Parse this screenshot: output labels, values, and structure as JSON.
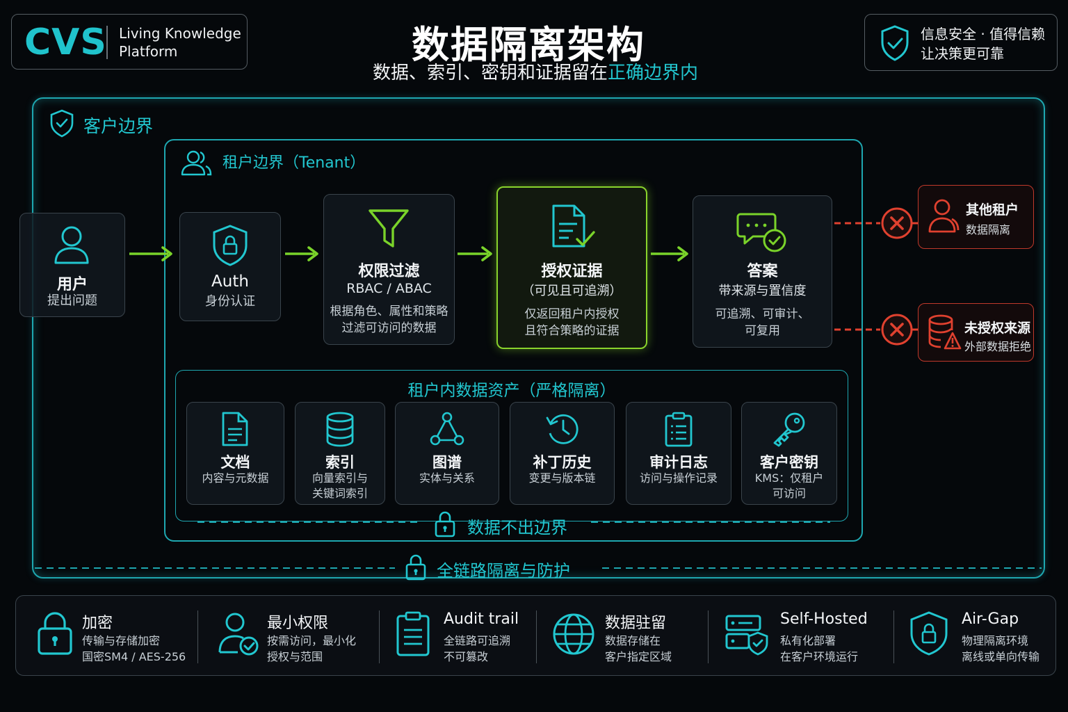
{
  "header": {
    "logo": "CVS",
    "logo_tagline_1": "Living Knowledge",
    "logo_tagline_2": "Platform",
    "title": "数据隔离架构",
    "subtitle_prefix": "数据、索引、密钥和证据留在",
    "subtitle_highlight": "正确边界内",
    "badge_line_1": "信息安全 · 值得信赖",
    "badge_line_2": "让决策更可靠"
  },
  "boundaries": {
    "customer": "客户边界",
    "tenant": "租户边界（Tenant）",
    "assets_title": "租户内数据资产（严格隔离）",
    "data_stays": "数据不出边界",
    "full_chain": "全链路隔离与防护"
  },
  "flow": {
    "user": {
      "title": "用户",
      "sub": "提出问题"
    },
    "auth": {
      "title": "Auth",
      "sub": "身份认证"
    },
    "filter": {
      "title": "权限过滤",
      "sub": "RBAC / ABAC",
      "desc_1": "根据角色、属性和策略",
      "desc_2": "过滤可访问的数据"
    },
    "evidence": {
      "title": "授权证据",
      "sub": "（可见且可追溯）",
      "desc_1": "仅返回租户内授权",
      "desc_2": "且符合策略的证据"
    },
    "answer": {
      "title": "答案",
      "sub": "带来源与置信度",
      "desc_1": "可追溯、可审计、",
      "desc_2": "可复用"
    }
  },
  "blocked": {
    "other_tenant": {
      "title": "其他租户",
      "sub": "数据隔离"
    },
    "unauthorized": {
      "title": "未授权来源",
      "sub": "外部数据拒绝"
    }
  },
  "assets": [
    {
      "title": "文档",
      "desc_1": "内容与元数据",
      "desc_2": "",
      "icon": "document-icon"
    },
    {
      "title": "索引",
      "desc_1": "向量索引与",
      "desc_2": "关键词索引",
      "icon": "database-icon"
    },
    {
      "title": "图谱",
      "desc_1": "实体与关系",
      "desc_2": "",
      "icon": "graph-icon"
    },
    {
      "title": "补丁历史",
      "desc_1": "变更与版本链",
      "desc_2": "",
      "icon": "history-icon"
    },
    {
      "title": "审计日志",
      "desc_1": "访问与操作记录",
      "desc_2": "",
      "icon": "clipboard-icon"
    },
    {
      "title": "客户密钥",
      "desc_1": "KMS：仅租户",
      "desc_2": "可访问",
      "icon": "key-icon"
    }
  ],
  "features": [
    {
      "title": "加密",
      "desc_1": "传输与存储加密",
      "desc_2": "国密SM4 / AES-256",
      "icon": "lock-icon"
    },
    {
      "title": "最小权限",
      "desc_1": "按需访问，最小化",
      "desc_2": "授权与范围",
      "icon": "user-check-icon"
    },
    {
      "title": "Audit trail",
      "desc_1": "全链路可追溯",
      "desc_2": "不可篡改",
      "icon": "clipboard-icon"
    },
    {
      "title": "数据驻留",
      "desc_1": "数据存储在",
      "desc_2": "客户指定区域",
      "icon": "globe-icon"
    },
    {
      "title": "Self-Hosted",
      "desc_1": "私有化部署",
      "desc_2": "在客户环境运行",
      "icon": "server-shield-icon"
    },
    {
      "title": "Air-Gap",
      "desc_1": "物理隔离环境",
      "desc_2": "离线或单向传输",
      "icon": "shield-lock-icon"
    }
  ],
  "colors": {
    "accent_cyan": "#22c7d0",
    "accent_green": "#7ad32a",
    "alert_red": "#e0412f"
  }
}
